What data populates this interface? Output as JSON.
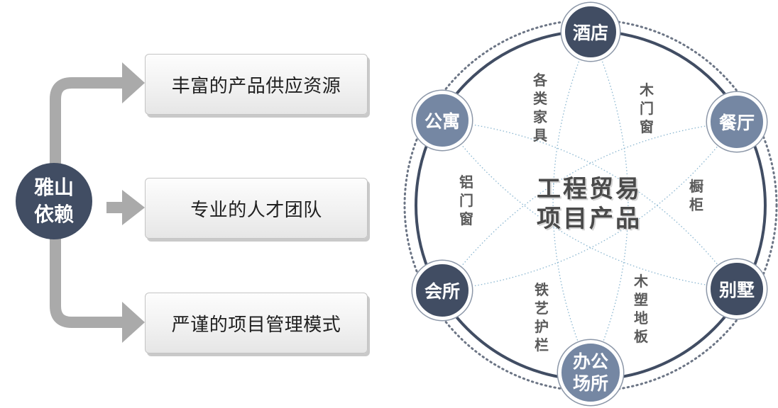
{
  "left": {
    "hub": {
      "label_line1": "雅山",
      "label_line2": "依赖",
      "color": "#414d63"
    },
    "features": [
      {
        "label": "丰富的产品供应资源"
      },
      {
        "label": "专业的人才团队"
      },
      {
        "label": "严谨的项目管理模式"
      }
    ],
    "arrow_color": "#aaaaaa"
  },
  "wheel": {
    "center_line1": "工程贸易",
    "center_line2": "项目产品",
    "ring_color": "#414d63",
    "nodes": [
      {
        "label_line1": "酒店",
        "label_line2": "",
        "tone": "dark"
      },
      {
        "label_line1": "餐厅",
        "label_line2": "",
        "tone": "steel"
      },
      {
        "label_line1": "别墅",
        "label_line2": "",
        "tone": "dark"
      },
      {
        "label_line1": "办公",
        "label_line2": "场所",
        "tone": "steel"
      },
      {
        "label_line1": "会所",
        "label_line2": "",
        "tone": "dark"
      },
      {
        "label_line1": "公寓",
        "label_line2": "",
        "tone": "steel"
      }
    ],
    "products": [
      {
        "label": "各类家具"
      },
      {
        "label": "木门窗"
      },
      {
        "label": "橱柜"
      },
      {
        "label": "木塑地板"
      },
      {
        "label": "铁艺护栏"
      },
      {
        "label": "铝门窗"
      }
    ],
    "colors": {
      "dark": "#414d63",
      "steel": "#7587a3"
    }
  }
}
